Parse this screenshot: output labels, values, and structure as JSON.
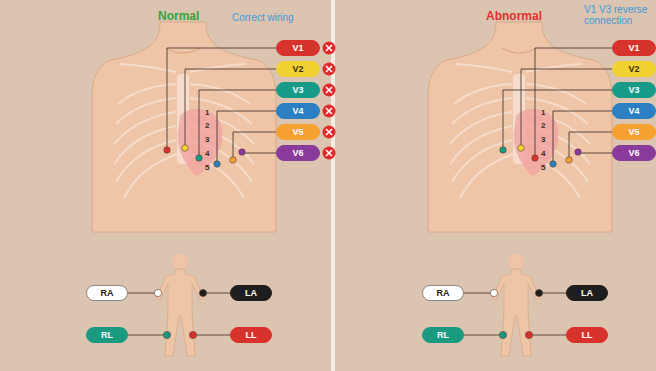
{
  "diagram": {
    "nodes": [
      {
        "text": [
          "Normal",
          "Correct wiring"
        ]
      },
      {
        "text": [
          "V1"
        ],
        "in": 0
      },
      {
        "text": [
          "V2"
        ],
        "in": 0
      },
      {
        "text": [
          "V3"
        ],
        "in": 0
      },
      {
        "text": [
          "V4"
        ],
        "in": 0
      },
      {
        "text": [
          "V5"
        ],
        "in": 0
      },
      {
        "text": [
          "V6"
        ],
        "in": 0
      },
      {
        "text": [
          "RA"
        ],
        "in": 0
      },
      {
        "text": [
          "LA"
        ],
        "in": 0
      },
      {
        "text": [
          "RL"
        ],
        "in": 0
      },
      {
        "text": [
          "LL"
        ],
        "in": 0
      },
      {
        "text": [
          "Abnormal",
          "V1 V3 reverse connection"
        ]
      },
      {
        "text": [
          "V1"
        ],
        "in": 11
      },
      {
        "text": [
          "V2"
        ],
        "in": 11
      },
      {
        "text": [
          "V3"
        ],
        "in": 11
      },
      {
        "text": [
          "V4"
        ],
        "in": 11
      },
      {
        "text": [
          "V5"
        ],
        "in": 11
      },
      {
        "text": [
          "V6"
        ],
        "in": 11
      },
      {
        "text": [
          "RA"
        ],
        "in": 11
      },
      {
        "text": [
          "LA"
        ],
        "in": 11
      },
      {
        "text": [
          "RL"
        ],
        "in": 11
      },
      {
        "text": [
          "LL"
        ],
        "in": 11
      }
    ],
    "labels": [
      "1",
      "2",
      "3",
      "4",
      "5",
      "1",
      "2",
      "3",
      "4",
      "5"
    ]
  }
}
